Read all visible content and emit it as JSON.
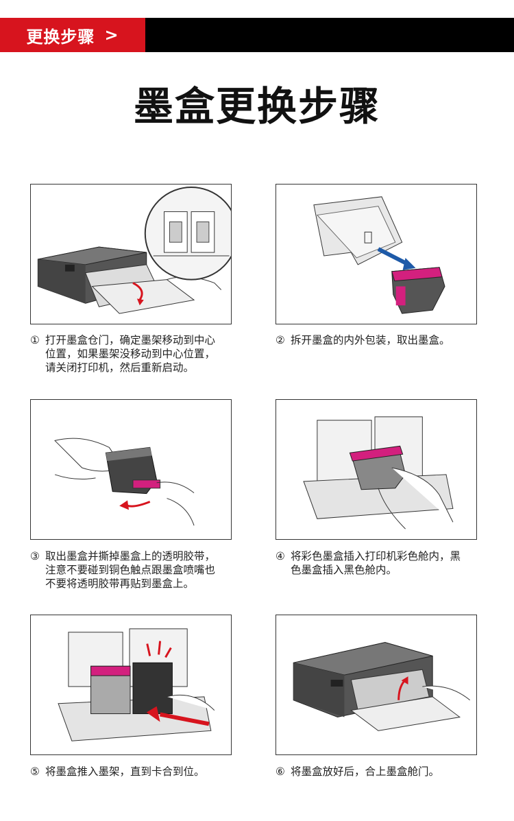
{
  "banner": {
    "label": "更换步骤",
    "chevron": ">"
  },
  "title": "墨盒更换步骤",
  "steps": [
    {
      "num": "①",
      "lines": [
        "打开墨盒仓门，确定墨架移动到中心",
        "位置，如果墨架没移动到中心位置，",
        "请关闭打印机，然后重新启动。"
      ]
    },
    {
      "num": "②",
      "lines": [
        "拆开墨盒的内外包装，取出墨盒。"
      ]
    },
    {
      "num": "③",
      "lines": [
        "取出墨盒并撕掉墨盒上的透明胶带，",
        "注意不要碰到铜色触点跟墨盒喷嘴也",
        "不要将透明胶带再贴到墨盒上。"
      ]
    },
    {
      "num": "④",
      "lines": [
        "将彩色墨盒插入打印机彩色舱内，黑",
        "色墨盒插入黑色舱内。"
      ]
    },
    {
      "num": "⑤",
      "lines": [
        "将墨盒推入墨架，直到卡合到位。"
      ]
    },
    {
      "num": "⑥",
      "lines": [
        "将墨盒放好后，合上墨盒舱门。"
      ]
    }
  ],
  "colors": {
    "banner_red": "#d7141e",
    "banner_black": "#000000",
    "magenta": "#d3207e",
    "arrow_red": "#e0222a"
  }
}
